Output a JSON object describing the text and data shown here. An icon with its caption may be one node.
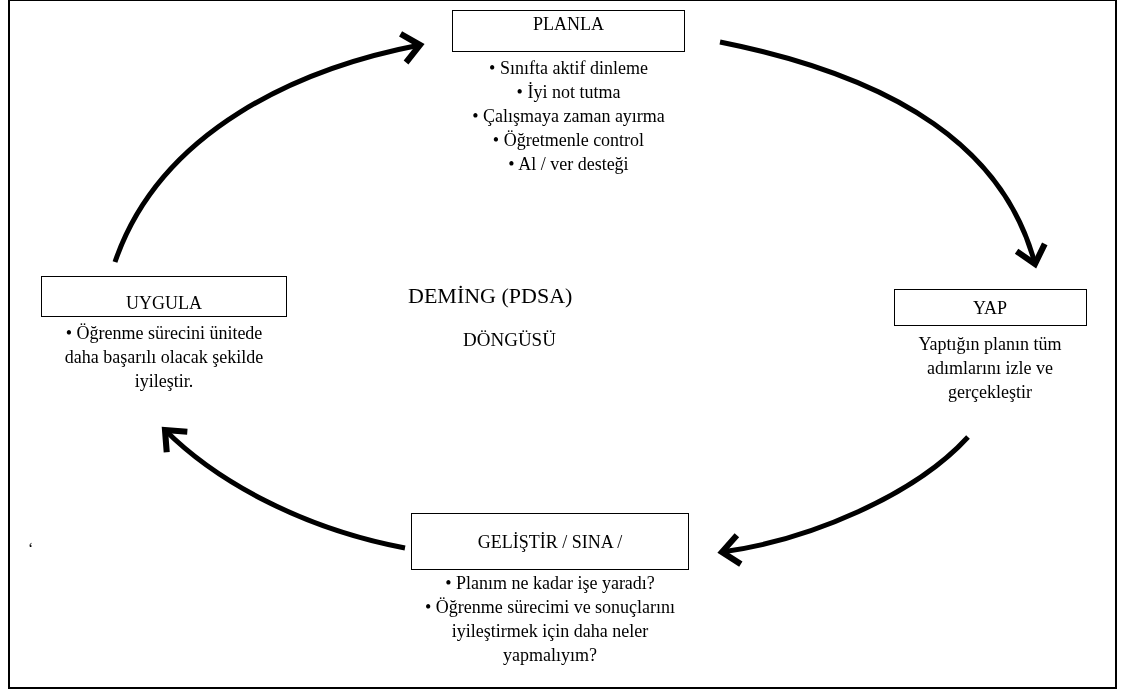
{
  "diagram": {
    "nodes": [
      {
        "text": [
          "PLANLA",
          "• Sınıfta aktif dinleme",
          "• İyi not tutma",
          "• Çalışmaya zaman ayırma",
          "• Öğretmenle control",
          "• Al / ver desteği"
        ]
      },
      {
        "text": [
          "YAP",
          "Yaptığın planın tüm adımlarını izle ve gerçekleştir"
        ]
      },
      {
        "text": [
          "GELİŞTİR / SINA /",
          "• Planım ne kadar işe yaradı?",
          "• Öğrenme sürecimi ve sonuçlarını iyileştirmek  için daha neler yapmalıyım?"
        ]
      },
      {
        "text": [
          "UYGULA",
          "• Öğrenme sürecini ünitede daha başarılı olacak şekilde iyileştir."
        ]
      }
    ],
    "edges": [
      {
        "from": 0,
        "to": 1,
        "arrow": "to"
      },
      {
        "from": 1,
        "to": 2,
        "arrow": "to"
      },
      {
        "from": 2,
        "to": 3,
        "arrow": "to"
      },
      {
        "from": 3,
        "to": 0,
        "arrow": "to"
      }
    ],
    "labels": [
      "DEMİNG (PDSA)",
      "DÖNGÜSÜ",
      "‘"
    ]
  }
}
